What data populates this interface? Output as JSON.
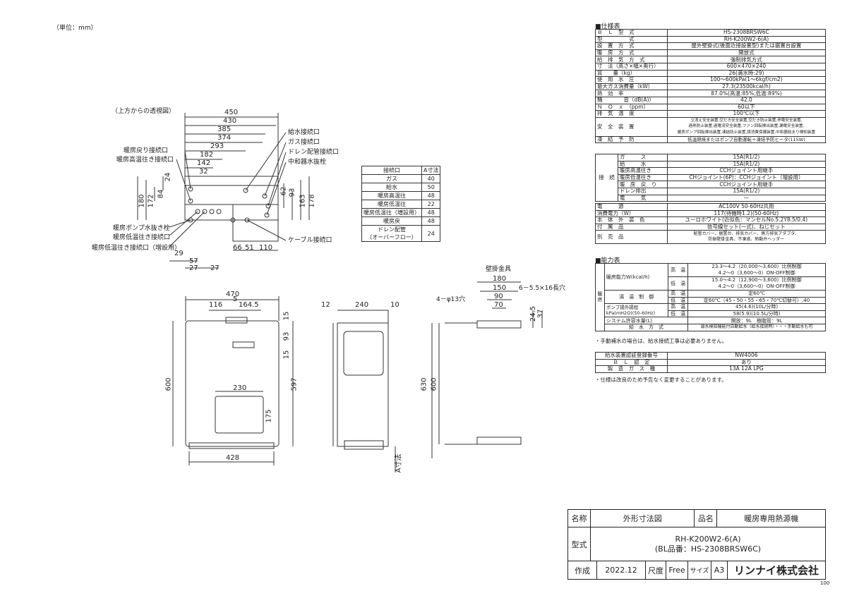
{
  "unit_note": "（単位：mm）",
  "top_view_label": "（上方からの透視図）",
  "top_dims": [
    "450",
    "430",
    "385",
    "374",
    "293",
    "182",
    "142",
    "32"
  ],
  "top_labels_left": [
    "暖房戻り接続口",
    "暖房高温往き接続口",
    "暖房ポンプ水抜き栓",
    "暖房低温往き接続口",
    "暖房低温往き接続口（増設用）"
  ],
  "top_labels_right": [
    "給水接続口",
    "ガス接続口",
    "ドレン配管接続口",
    "中和器水抜栓",
    "ケーブル接続口"
  ],
  "top_vdims_left": [
    "24",
    "84",
    "172",
    "180"
  ],
  "top_vdims_right": [
    "62",
    "93",
    "163",
    "178"
  ],
  "top_bottom_dims": [
    "66",
    "51",
    "110",
    "29",
    "57",
    "27",
    "27"
  ],
  "a_table": {
    "header": [
      "接続口",
      "A寸法"
    ],
    "rows": [
      [
        "ガス",
        "40"
      ],
      [
        "給水",
        "50"
      ],
      [
        "暖房高温往",
        "48"
      ],
      [
        "暖房低温往",
        "22"
      ],
      [
        "暖房低温往（増設用）",
        "48"
      ],
      [
        "暖房戻",
        "48"
      ],
      [
        "ドレン配管\n（オーバーフロー）",
        "24"
      ]
    ]
  },
  "front_dims": [
    "470",
    "116",
    "5",
    "164.5",
    "230",
    "175",
    "600",
    "597",
    "428",
    "15",
    "93",
    "15"
  ],
  "side_dims": [
    "12",
    "240",
    "10",
    "630",
    "600",
    "A寸法"
  ],
  "bracket": {
    "label": "壁掛金具",
    "dims": [
      "180",
      "150",
      "90",
      "70",
      "24.5",
      "37"
    ],
    "hole1": "4－φ13穴",
    "hole2": "6－5.5×16長穴"
  },
  "spec_title": "■仕様表",
  "spec_rows": [
    [
      "Ｂ　Ｌ　型　式",
      "HS-2308BRSW6C"
    ],
    [
      "型　　　　　式",
      "RH-K200W2-6(A)"
    ],
    [
      "設　置　方　式",
      "屋外壁掛式(後面近接設置型)または据置台設置"
    ],
    [
      "暖　房　方　式",
      "開放式"
    ],
    [
      "給　排　気　方　式",
      "強制排気方式"
    ],
    [
      "寸　法（高さ×幅×奥行）",
      "600×470×240"
    ],
    [
      "質　　量（kg）",
      "26(満水時:29)"
    ],
    [
      "使　用　水　圧",
      "100～600kPa(1～6kgf/cm2)"
    ],
    [
      "最大ガス消費量（kW）",
      "27.3(23500kcal/h)"
    ],
    [
      "熱　効　率",
      "87.0%(高温:85%,低温:89%)"
    ],
    [
      "騒　　　　音（dB(A)）",
      "42.0"
    ],
    [
      "Ｎ　Ｏ　ｘ　（ppm）",
      "60以下"
    ],
    [
      "排　気　温　度",
      "100℃以下"
    ],
    [
      "安　全　装　置",
      "立消え安全装置,空だき安全装置,空だき防止装置,停電安全装置,\n過熱防止装置,過電流安全装置,ファン回転検出装置,漏電安全装置,\n暖房ポンプ回転検出装置,凍結防止装置,誤消費保護装置,中和器詰まり検知装置"
    ],
    [
      "凍　結　予　防",
      "低温燃焼またはポンプ自動運転＋凍結予防ヒータ(115W)"
    ]
  ],
  "conn_rows": [
    [
      "ガ　　　ス",
      "15A(R1/2)"
    ],
    [
      "給　　　水",
      "15A(R1/2)"
    ],
    [
      "暖房高温往き",
      "CCHジョイント用継手"
    ],
    [
      "暖房低温往き",
      "CHジョイント(6P)：CCHジョイント（増設用）"
    ],
    [
      "暖　房　戻　り",
      "CCHジョイント用継手"
    ],
    [
      "ドレン排出",
      "15A(R1/2)"
    ],
    [
      "電　　　気",
      "—"
    ]
  ],
  "conn_label": "接　続",
  "spec_rows2": [
    [
      "電　　　源",
      "AC100V 50-60Hz共用"
    ],
    [
      "消費電力（W）",
      "117(待機時1.2)(50-60Hz)"
    ],
    [
      "本　体　外　装　色",
      "ユーロホワイト(近似色：マンセルNo.5.2Y8.5/0.4)"
    ],
    [
      "付　属　品",
      "信号線セット(一式)、ねじセット"
    ],
    [
      "別　売　品",
      "配管カバー、据置台、排気カバー、側方排気アダプタ、\n防振壁掛金具、不凍液、熱動弁ヘッダー"
    ]
  ],
  "perf_title": "■能力表",
  "perf": {
    "side_label": "暖房",
    "cap_label": "暖房能力W(kcal/h)",
    "cap_high": [
      "高　温",
      "23.3～4.2（20,000～3,600）比例制御",
      "4.2～0（3,600～0）ON-OFF制御"
    ],
    "cap_low": [
      "低　温",
      "15.0～4.2（12,900～3,600）比例制御",
      "4.2～0（3,600～0）ON-OFF制御"
    ],
    "temp_label": "湯　温　制　御",
    "temp_high": [
      "高　温",
      "定60℃"
    ],
    "temp_low": [
      "低　温",
      "定60℃（45・50・55・65・70℃切替可）,40"
    ],
    "pump_label": "ポンプ揚外揚程\nkPa(mH2O)(50-60Hz)",
    "pump_high": [
      "高　温",
      "45(4.6)(10L/分時)"
    ],
    "pump_low": [
      "低　温",
      "58(5.9)(10.5L/分時)"
    ],
    "sys_label": "システム許容水量(L)",
    "sys_val": "開放：9L　樹脂管：9L",
    "supply_label": "給　水　方　式",
    "supply_val": "漏水検知機能付自動給水（給水接続時）・・・手動給水も可"
  },
  "perf_note": "・手動補水の場合は、給水接続工事は必要ありません。",
  "cert_rows": [
    [
      "給水装置認証登録番号",
      "NW4006"
    ],
    [
      "Ｂ　Ｌ　認　定",
      "あり"
    ],
    [
      "製　造　ガ　ス　種",
      "13A 12A LPG"
    ]
  ],
  "spec_note": "・仕様は改良のため予告なく変更することがあります。",
  "titleblock": {
    "name_label": "名称",
    "name_val": "外形寸法図",
    "product_label": "品名",
    "product_val": "暖房専用熱源機",
    "model_label": "型式",
    "model_val1": "RH-K200W2-6(A)",
    "model_val2": "(BL品番：HS-2308BRSW6C)",
    "made_label": "作成",
    "made_val": "2022.12",
    "scale_label": "尺度",
    "scale_val": "Free",
    "size_label": "サイズ",
    "size_val": "A3",
    "company": "リンナイ株式会社"
  },
  "page_no": "100"
}
